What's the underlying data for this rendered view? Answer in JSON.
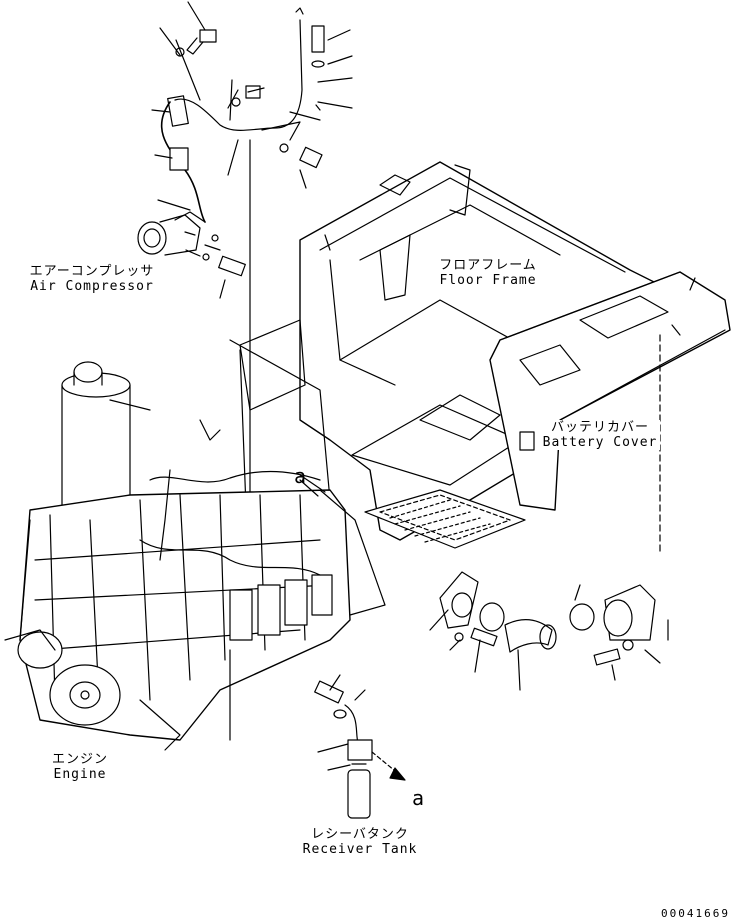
{
  "labels": {
    "air_compressor_jp": "エアーコンプレッサ",
    "air_compressor_en": "Air Compressor",
    "floor_frame_jp": "フロアフレーム",
    "floor_frame_en": "Floor Frame",
    "battery_cover_jp": "バッテリカバー",
    "battery_cover_en": "Battery Cover",
    "engine_jp": "エンジン",
    "engine_en": "Engine",
    "receiver_tank_jp": "レシーバタンク",
    "receiver_tank_en": "Receiver Tank"
  },
  "refs": {
    "a_upper": "a",
    "a_lower": "a"
  },
  "document_number": "00041669"
}
